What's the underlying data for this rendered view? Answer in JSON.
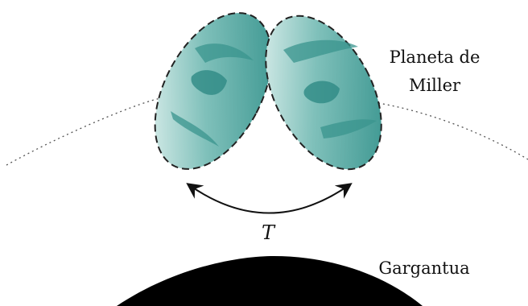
{
  "labels": {
    "planet_line1": "Planeta de",
    "planet_line2": "Miller",
    "period": "T",
    "black_hole": "Gargantua"
  },
  "colors": {
    "planet_dark": "#2e8e88",
    "planet_light": "#e8f5f3",
    "outline": "#222222",
    "orbit": "#555555",
    "black_hole": "#000000"
  }
}
